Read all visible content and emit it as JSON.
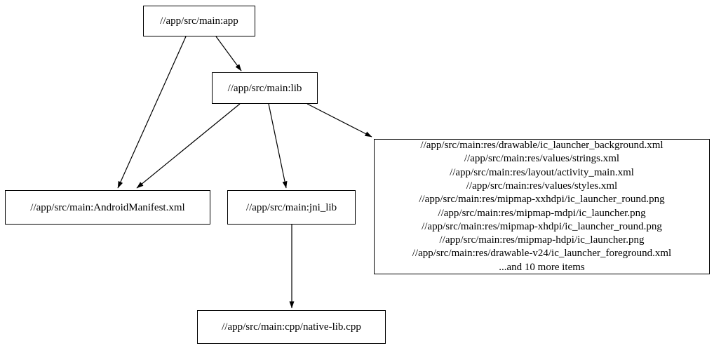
{
  "diagram": {
    "type": "directed-graph",
    "background_color": "#ffffff",
    "node_fill_color": "#ffffff",
    "node_border_color": "#000000",
    "edge_color": "#000000",
    "text_color": "#000000",
    "nodes": {
      "app": {
        "label": "//app/src/main:app"
      },
      "lib": {
        "label": "//app/src/main:lib"
      },
      "manifest": {
        "label": "//app/src/main:AndroidManifest.xml"
      },
      "jni_lib": {
        "label": "//app/src/main:jni_lib"
      },
      "res_group": {
        "lines": [
          "//app/src/main:res/drawable/ic_launcher_background.xml",
          "//app/src/main:res/values/strings.xml",
          "//app/src/main:res/layout/activity_main.xml",
          "//app/src/main:res/values/styles.xml",
          "//app/src/main:res/mipmap-xxhdpi/ic_launcher_round.png",
          "//app/src/main:res/mipmap-mdpi/ic_launcher.png",
          "//app/src/main:res/mipmap-xhdpi/ic_launcher_round.png",
          "//app/src/main:res/mipmap-hdpi/ic_launcher.png",
          "//app/src/main:res/drawable-v24/ic_launcher_foreground.xml",
          "...and 10 more items"
        ]
      },
      "cpp": {
        "label": "//app/src/main:cpp/native-lib.cpp"
      }
    },
    "edges": [
      {
        "from": "app",
        "to": "lib"
      },
      {
        "from": "app",
        "to": "manifest"
      },
      {
        "from": "lib",
        "to": "manifest"
      },
      {
        "from": "lib",
        "to": "jni_lib"
      },
      {
        "from": "lib",
        "to": "res_group"
      },
      {
        "from": "jni_lib",
        "to": "cpp"
      }
    ]
  }
}
